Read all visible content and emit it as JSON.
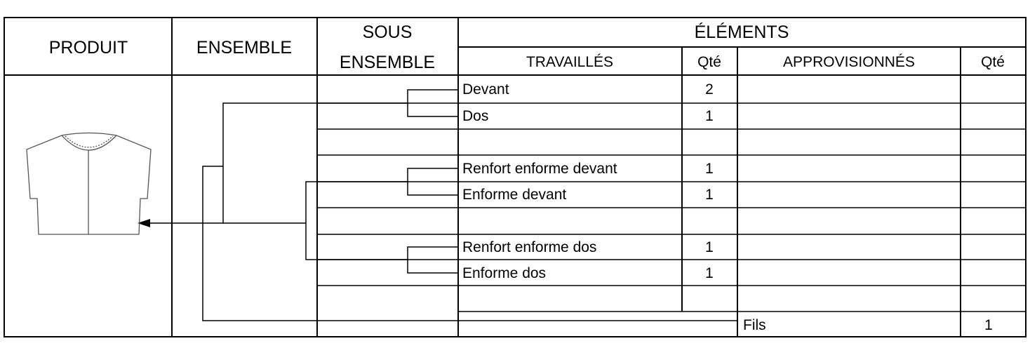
{
  "headers": {
    "produit": "PRODUIT",
    "ensemble": "ENSEMBLE",
    "sous_ensemble_line1": "SOUS",
    "sous_ensemble_line2": "ENSEMBLE",
    "elements": "ÉLÉMENTS",
    "travailles": "TRAVAILLÉS",
    "qte_travailles": "Qté",
    "approvisionnes": "APPROVISIONNÉS",
    "qte_approvisionnes": "Qté"
  },
  "rows": [
    {
      "travaille": "Devant",
      "qte": "2",
      "approvisionne": "",
      "qte_appro": ""
    },
    {
      "travaille": "Dos",
      "qte": "1",
      "approvisionne": "",
      "qte_appro": ""
    },
    {
      "travaille": "",
      "qte": "",
      "approvisionne": "",
      "qte_appro": ""
    },
    {
      "travaille": "Renfort enforme devant",
      "qte": "1",
      "approvisionne": "",
      "qte_appro": ""
    },
    {
      "travaille": "Enforme devant",
      "qte": "1",
      "approvisionne": "",
      "qte_appro": ""
    },
    {
      "travaille": "",
      "qte": "",
      "approvisionne": "",
      "qte_appro": ""
    },
    {
      "travaille": "Renfort enforme dos",
      "qte": "1",
      "approvisionne": "",
      "qte_appro": ""
    },
    {
      "travaille": "Enforme dos",
      "qte": "1",
      "approvisionne": "",
      "qte_appro": ""
    },
    {
      "travaille": "",
      "qte": "",
      "approvisionne": "",
      "qte_appro": ""
    }
  ],
  "last_row": {
    "approvisionne": "Fils",
    "qte_appro": "1"
  },
  "colors": {
    "line": "#000000",
    "sketch": "#555555",
    "background": "#ffffff"
  },
  "icons": {
    "product": "garment-sketch-icon",
    "arrow": "arrow-left-icon"
  }
}
